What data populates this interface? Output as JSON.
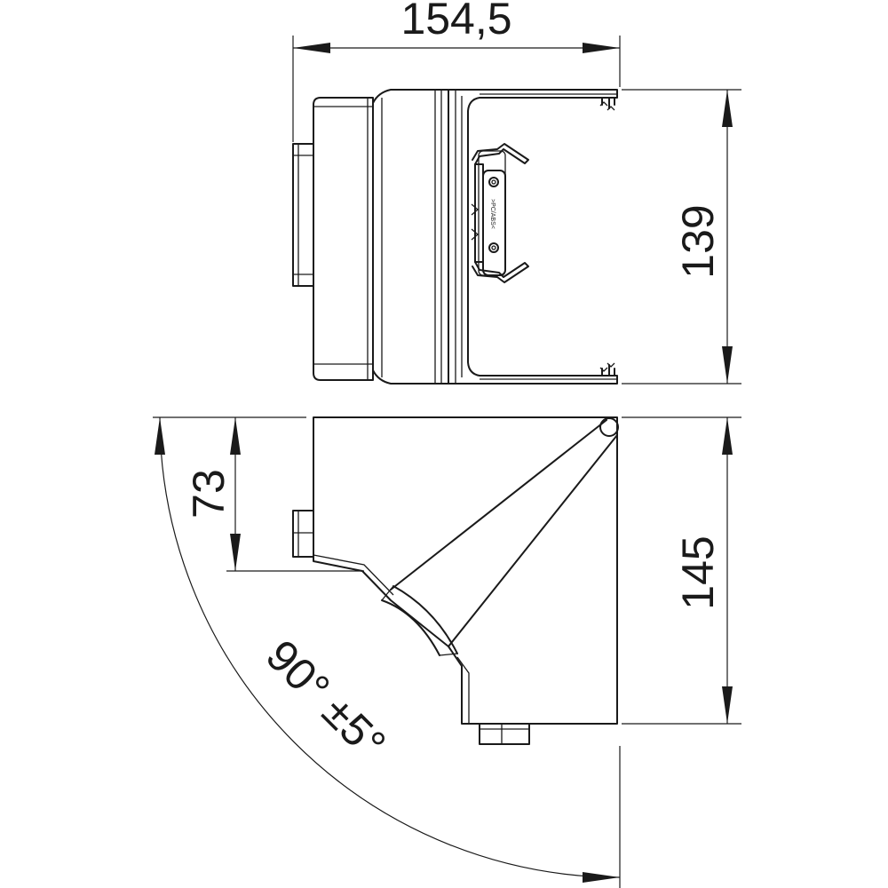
{
  "dimensions": {
    "top_width": "154,5",
    "top_height": "139",
    "bottom_height": "145",
    "bottom_offset": "73",
    "angle": "90° ±5°"
  },
  "part_marking": ">PC/ABS<"
}
